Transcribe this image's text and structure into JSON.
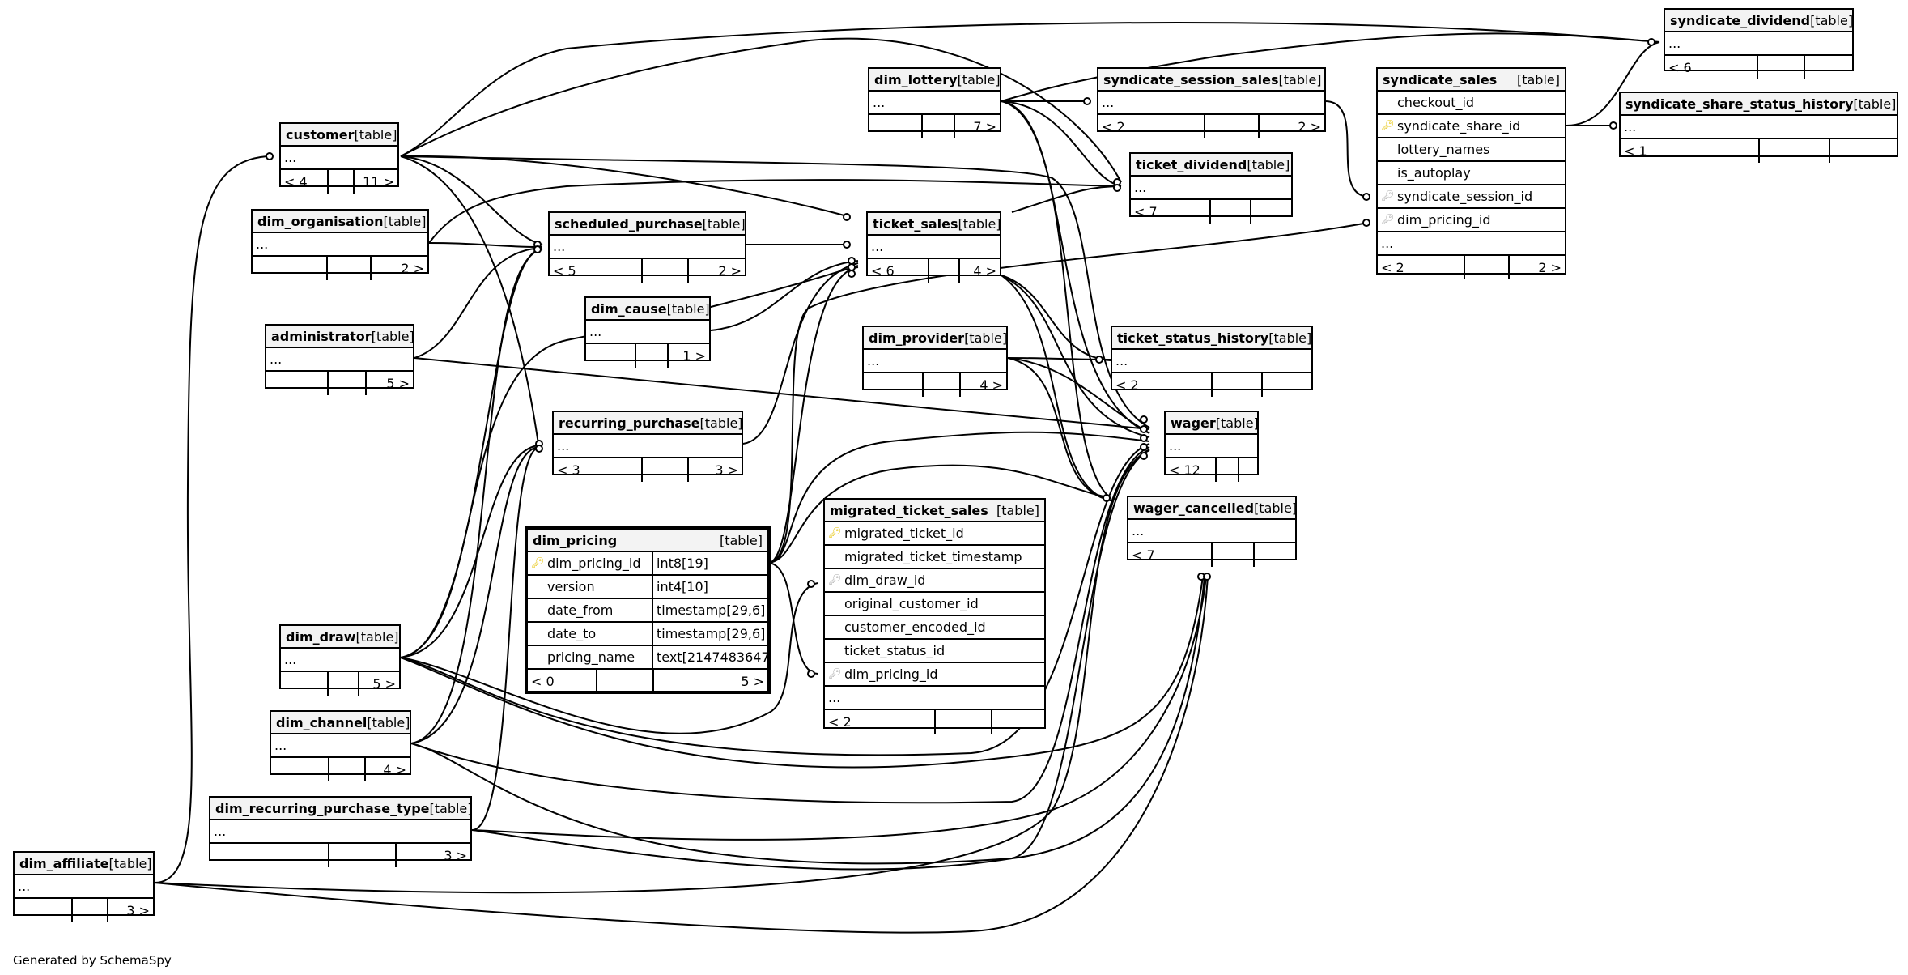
{
  "footer_note": "Generated by SchemaSpy",
  "table_tag": "[table]",
  "ellipsis": "...",
  "tables": {
    "syndicate_dividend": {
      "name": "syndicate_dividend",
      "footer": [
        "< 6",
        "",
        ""
      ]
    },
    "syndicate_share_status_history": {
      "name": "syndicate_share_status_history",
      "footer": [
        "< 1",
        "",
        ""
      ]
    },
    "dim_lottery": {
      "name": "dim_lottery",
      "footer": [
        "",
        "",
        "7 >"
      ]
    },
    "syndicate_session_sales": {
      "name": "syndicate_session_sales",
      "footer": [
        "< 2",
        "",
        "2 >"
      ]
    },
    "syndicate_sales": {
      "name": "syndicate_sales",
      "columns": [
        {
          "name": "checkout_id",
          "key": ""
        },
        {
          "name": "syndicate_share_id",
          "key": "pk"
        },
        {
          "name": "lottery_names",
          "key": ""
        },
        {
          "name": "is_autoplay",
          "key": ""
        },
        {
          "name": "syndicate_session_id",
          "key": "fk"
        },
        {
          "name": "dim_pricing_id",
          "key": "fk"
        }
      ],
      "footer": [
        "< 2",
        "",
        "2 >"
      ]
    },
    "customer": {
      "name": "customer",
      "footer": [
        "< 4",
        "",
        "11 >"
      ]
    },
    "ticket_dividend": {
      "name": "ticket_dividend",
      "footer": [
        "< 7",
        "",
        ""
      ]
    },
    "dim_organisation": {
      "name": "dim_organisation",
      "footer": [
        "",
        "",
        "2 >"
      ]
    },
    "scheduled_purchase": {
      "name": "scheduled_purchase",
      "footer": [
        "< 5",
        "",
        "2 >"
      ]
    },
    "ticket_sales": {
      "name": "ticket_sales",
      "footer": [
        "< 6",
        "",
        "4 >"
      ]
    },
    "dim_cause": {
      "name": "dim_cause",
      "footer": [
        "",
        "",
        "1 >"
      ]
    },
    "administrator": {
      "name": "administrator",
      "footer": [
        "",
        "",
        "5 >"
      ]
    },
    "dim_provider": {
      "name": "dim_provider",
      "footer": [
        "",
        "",
        "4 >"
      ]
    },
    "ticket_status_history": {
      "name": "ticket_status_history",
      "footer": [
        "< 2",
        "",
        ""
      ]
    },
    "recurring_purchase": {
      "name": "recurring_purchase",
      "footer": [
        "< 3",
        "",
        "3 >"
      ]
    },
    "wager": {
      "name": "wager",
      "footer": [
        "< 12",
        "",
        ""
      ]
    },
    "wager_cancelled": {
      "name": "wager_cancelled",
      "footer": [
        "< 7",
        "",
        ""
      ]
    },
    "migrated_ticket_sales": {
      "name": "migrated_ticket_sales",
      "columns": [
        {
          "name": "migrated_ticket_id",
          "key": "pk"
        },
        {
          "name": "migrated_ticket_timestamp",
          "key": ""
        },
        {
          "name": "dim_draw_id",
          "key": "fk"
        },
        {
          "name": "original_customer_id",
          "key": ""
        },
        {
          "name": "customer_encoded_id",
          "key": ""
        },
        {
          "name": "ticket_status_id",
          "key": ""
        },
        {
          "name": "dim_pricing_id",
          "key": "fk"
        }
      ],
      "footer": [
        "< 2",
        "",
        ""
      ]
    },
    "dim_pricing": {
      "name": "dim_pricing",
      "columns": [
        {
          "name": "dim_pricing_id",
          "type": "int8[19]",
          "key": "pk"
        },
        {
          "name": "version",
          "type": "int4[10]",
          "key": ""
        },
        {
          "name": "date_from",
          "type": "timestamp[29,6]",
          "key": ""
        },
        {
          "name": "date_to",
          "type": "timestamp[29,6]",
          "key": ""
        },
        {
          "name": "pricing_name",
          "type": "text[2147483647]",
          "key": ""
        }
      ],
      "footer": [
        "< 0",
        "",
        "5 >"
      ]
    },
    "dim_draw": {
      "name": "dim_draw",
      "footer": [
        "",
        "",
        "5 >"
      ]
    },
    "dim_channel": {
      "name": "dim_channel",
      "footer": [
        "",
        "",
        "4 >"
      ]
    },
    "dim_recurring_purchase_type": {
      "name": "dim_recurring_purchase_type",
      "footer": [
        "",
        "",
        "3 >"
      ]
    },
    "dim_affiliate": {
      "name": "dim_affiliate",
      "footer": [
        "",
        "",
        "3 >"
      ]
    }
  }
}
